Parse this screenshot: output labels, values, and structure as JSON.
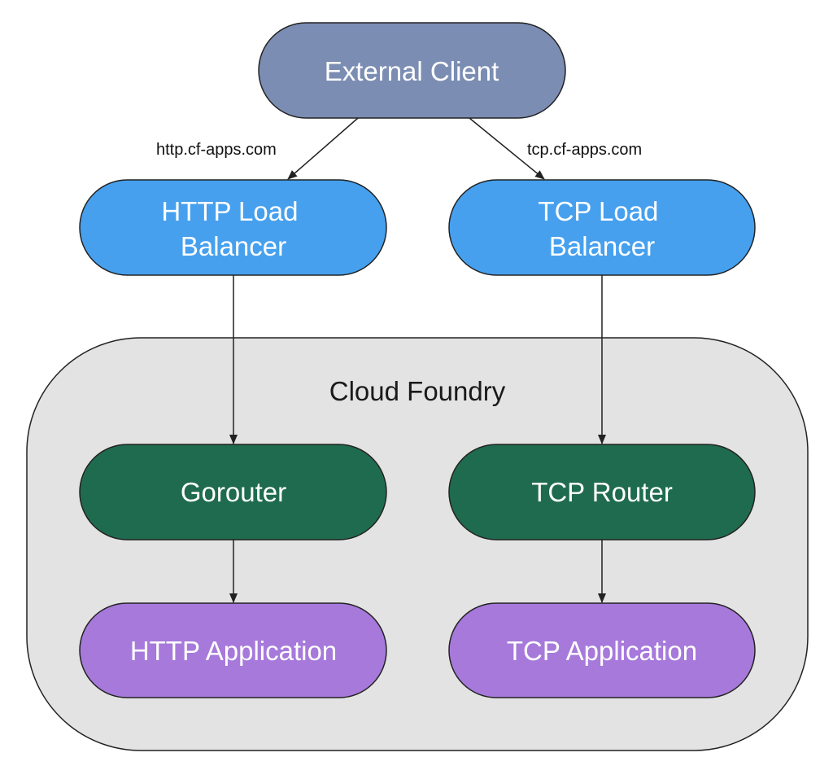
{
  "colors": {
    "client": "#7b8db3",
    "load_balancer": "#46a0ee",
    "router": "#1f6b4f",
    "application": "#a679db",
    "cloud_region": "#e3e3e3",
    "stroke": "#222222"
  },
  "nodes": {
    "external_client": {
      "label": "External Client"
    },
    "http_lb": {
      "line1": "HTTP Load",
      "line2": "Balancer"
    },
    "tcp_lb": {
      "line1": "TCP Load",
      "line2": "Balancer"
    },
    "gorouter": {
      "label": "Gorouter"
    },
    "tcp_router": {
      "label": "TCP Router"
    },
    "http_app": {
      "label": "HTTP Application"
    },
    "tcp_app": {
      "label": "TCP Application"
    }
  },
  "region": {
    "label": "Cloud Foundry"
  },
  "edges": {
    "client_to_http_lb": {
      "label": "http.cf-apps.com"
    },
    "client_to_tcp_lb": {
      "label": "tcp.cf-apps.com"
    }
  }
}
